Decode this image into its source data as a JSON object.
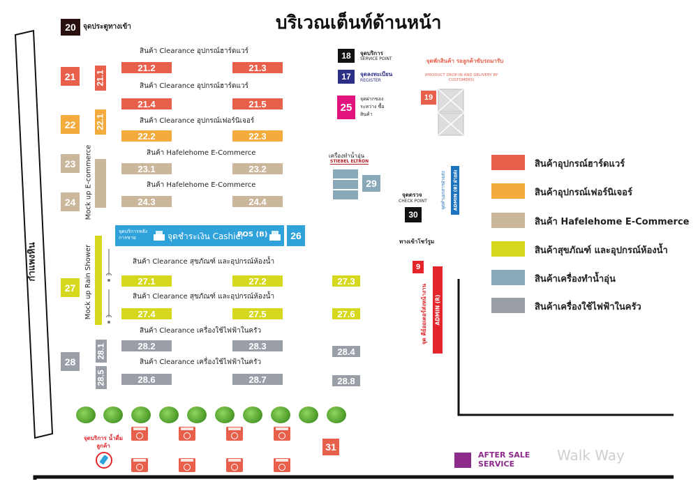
{
  "title": "บริเวณเต็นท์ด้านหน้า",
  "colors": {
    "hardware": "#e8604c",
    "furniture": "#f2ab3c",
    "ecommerce": "#cbb89c",
    "sanitary": "#d6d81e",
    "water_heater": "#8aa9b8",
    "kitchen": "#9a9ea6",
    "magenta": "#e0137f",
    "navy": "#2d2e86",
    "black": "#111111",
    "cashier": "#2fa2dc",
    "red": "#e2262b",
    "purple": "#8e2a8a",
    "blue": "#1e73be"
  },
  "header": {
    "entrance_num": "20",
    "entrance_label": "จุดประตูทางเข้า"
  },
  "wall": {
    "label": "กำแพงหิน"
  },
  "left_zones": {
    "z21": "21",
    "z22": "22",
    "z23": "23",
    "z24": "24",
    "z27": "27",
    "z28": "28"
  },
  "rows": {
    "r21": {
      "label_a": "สินค้า Clearance  อุปกรณ์ฮาร์ดแวร์",
      "label_b": "สินค้า Clearance  อุปกรณ์ฮาร์ดแวร์",
      "stall_a": "21.2",
      "stall_b": "21.3",
      "stall_c": "21.4",
      "stall_d": "21.5",
      "side": "21.1"
    },
    "r22": {
      "label": "สินค้า Clearance  อุปกรณ์เฟอร์นิเจอร์",
      "stall_a": "22.2",
      "stall_b": "22.3",
      "side": "22.1"
    },
    "r23": {
      "label_a": "สินค้า Hafelehome E-Commerce",
      "label_b": "สินค้า Hafelehome E-Commerce",
      "stall_a": "23.1",
      "stall_b": "23.2",
      "stall_c": "24.3",
      "stall_d": "24.4",
      "side": "Mock up E-commerce"
    },
    "r27": {
      "label_a": "สินค้า Clearance สุขภัณฑ์ และอุปกรณ์ห้องน้ำ",
      "label_b": "สินค้า Clearance สุขภัณฑ์ และอุปกรณ์ห้องน้ำ",
      "stall_a": "27.1",
      "stall_b": "27.2",
      "stall_c": "27.3",
      "stall_d": "27.4",
      "stall_e": "27.5",
      "stall_f": "27.6",
      "side": "Mock up Rain Shower"
    },
    "r28": {
      "label_a": "สินค้า Clearance เครื่องใช้ไฟฟ้าในครัว",
      "label_b": "สินค้า Clearance เครื่องใช้ไฟฟ้าในครัว",
      "stall_a": "28.2",
      "stall_b": "28.3",
      "stall_c": "28.4",
      "stall_d": "28.6",
      "stall_e": "28.7",
      "stall_f": "28.8",
      "side_a": "28.1",
      "side_b": "28.5"
    }
  },
  "cashier": {
    "after_sale": "จุดบริการหลัง การขาย",
    "label": "จุดชำระเงิน Cashier",
    "pos": "POS (B)",
    "num": "26"
  },
  "services": {
    "s18": {
      "num": "18",
      "th": "จุดบริการ",
      "en": "SERVICE POINT"
    },
    "s17": {
      "num": "17",
      "th": "จุดลงทะเบียน",
      "en": "REGISTER"
    },
    "s25": {
      "num": "25",
      "th": "จุดฝากของ ระหว่าง ซื้อสินค้า"
    },
    "s19": {
      "num": "19",
      "th": "จุดพักสินค้า รอลูกค้าขับรถมารับ",
      "en": "(PRODUCT DROP-IN AND DELIVERY BY CUSTOMERS)"
    },
    "s29": {
      "num": "29",
      "label": "เครื่องทำน้ำอุ่น",
      "brand": "STIEBEL ELTRON"
    },
    "s30": {
      "num": "30",
      "th": "จุดตรวจ",
      "en": "CHECK POINT"
    },
    "admin_b": {
      "label": "ADMIN (B) ฝ่ายส่ง",
      "side_label": "จุดทำเอกสารฝ่ายส่ง"
    },
    "showroom": {
      "label": "ทางเข้าโชว์รูม"
    },
    "s9": {
      "num": "9",
      "admin": "ADMIN (R)",
      "side_label": "จุด คีย์ออเดอร์ส่งหน้างาน"
    },
    "s31": {
      "num": "31"
    },
    "water": {
      "label": "จุดบริการ น้ำดื่มลูกค้า"
    },
    "after_sale": {
      "label": "AFTER SALE SERVICE"
    },
    "walkway": {
      "label": "Walk Way"
    }
  },
  "legend": [
    {
      "label": "สินค้าอุปกรณ์ฮาร์ดแวร์",
      "color": "#e8604c"
    },
    {
      "label": "สินค้าอุปกรณ์เฟอร์นิเจอร์",
      "color": "#f2ab3c"
    },
    {
      "label": "สินค้า Hafelehome E-Commerce",
      "color": "#cbb89c"
    },
    {
      "label": "สินค้าสุขภัณฑ์ และอุปกรณ์ห้องน้ำ",
      "color": "#d6d81e"
    },
    {
      "label": "สินค้าเครื่องทำน้ำอุ่น",
      "color": "#8aa9b8"
    },
    {
      "label": "สินค้าเครื่องใช้ไฟฟ้าในครัว",
      "color": "#9a9ea6"
    }
  ]
}
